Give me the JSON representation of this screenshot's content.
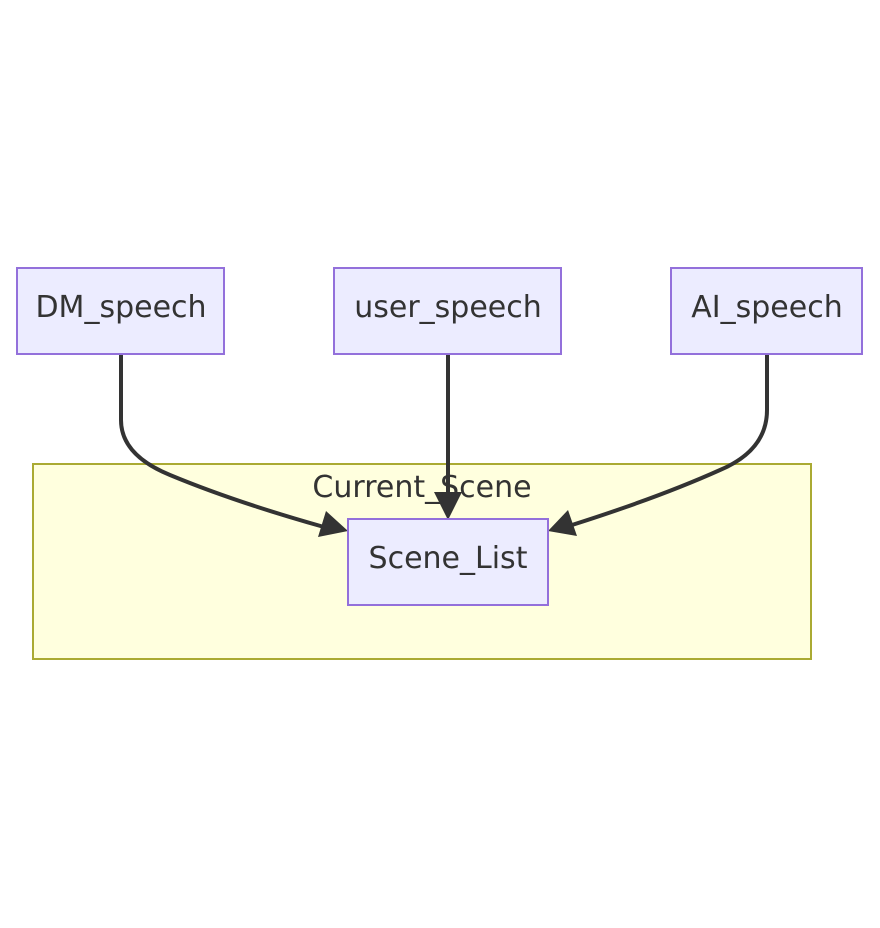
{
  "nodes": {
    "dm_speech": "DM_speech",
    "user_speech": "user_speech",
    "ai_speech": "AI_speech",
    "scene_list": "Scene_List"
  },
  "cluster": {
    "label": "Current_Scene"
  },
  "edges": [
    {
      "from": "DM_speech",
      "to": "Scene_List"
    },
    {
      "from": "user_speech",
      "to": "Scene_List"
    },
    {
      "from": "AI_speech",
      "to": "Scene_List"
    }
  ],
  "colors": {
    "node_fill": "#ECECFF",
    "node_stroke": "#9370DB",
    "cluster_fill": "#FFFFDE",
    "cluster_stroke": "#AAAA33",
    "edge": "#333333",
    "text": "#333333"
  }
}
